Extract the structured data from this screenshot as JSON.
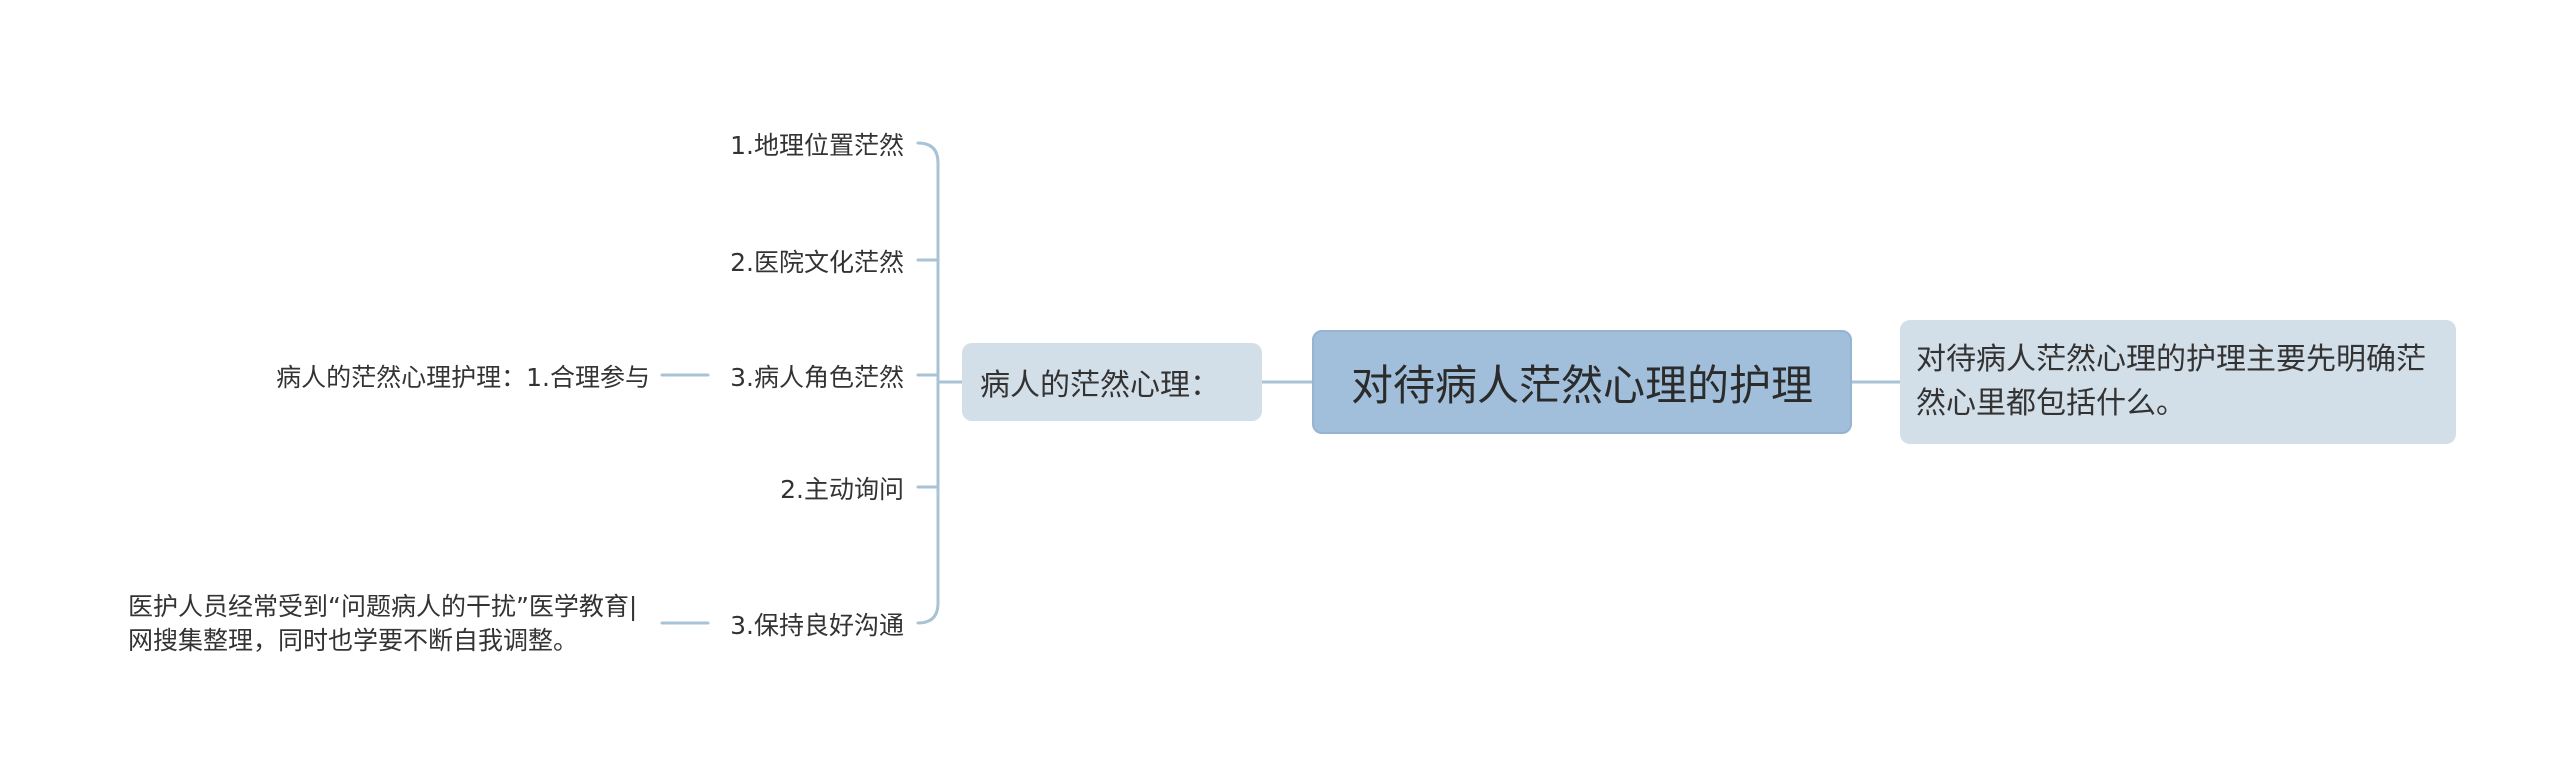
{
  "root": {
    "title": "对待病人茫然心理的护理"
  },
  "right_note": {
    "text": "对待病人茫然心理的护理主要先明确茫然心里都包括什么。"
  },
  "left_branch": {
    "label": "病人的茫然心理：",
    "children": [
      {
        "label": "1.地理位置茫然"
      },
      {
        "label": "2.医院文化茫然"
      },
      {
        "label": "3.病人角色茫然",
        "note": "病人的茫然心理护理：1.合理参与"
      },
      {
        "label": "2.主动询问"
      },
      {
        "label": "3.保持良好沟通",
        "note": "医护人员经常受到“问题病人的干扰”医学教育|网搜集整理，同时也学要不断自我调整。"
      }
    ]
  },
  "colors": {
    "root_fill": "#a1bfdb",
    "node_fill": "#d3dfe8",
    "connector": "#a9c3d6",
    "text": "#333333"
  }
}
